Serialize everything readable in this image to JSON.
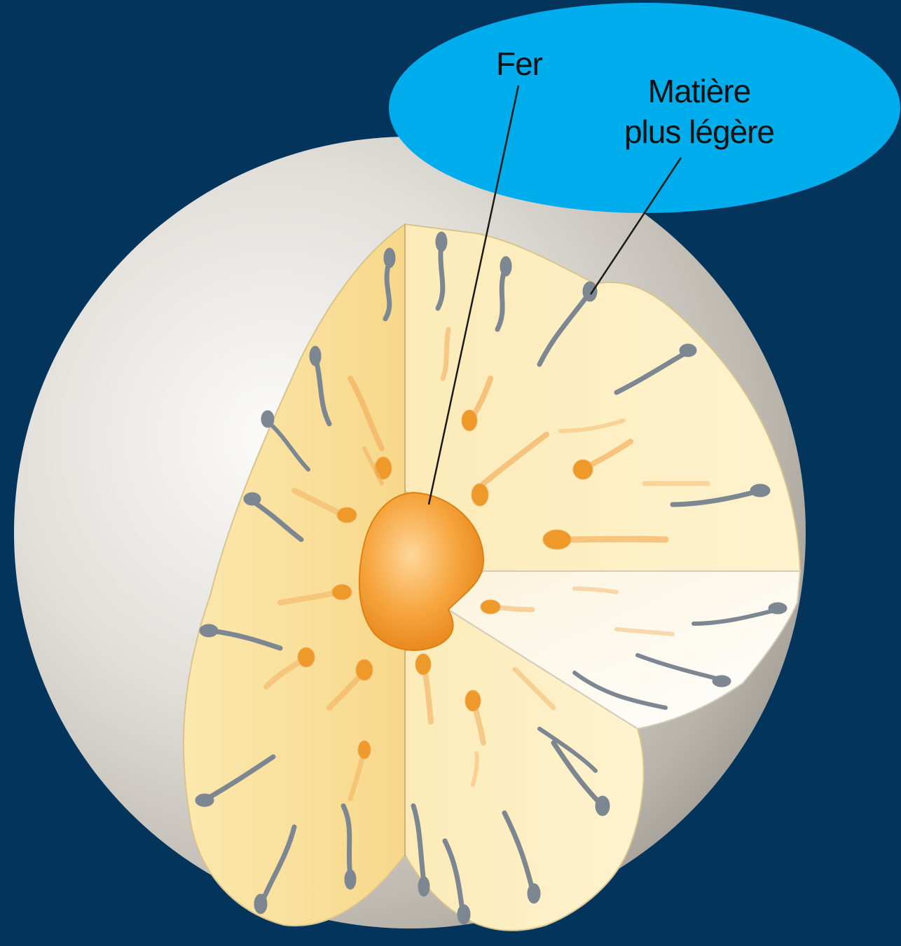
{
  "labels": {
    "iron": "Fer",
    "lighter_line1": "Matière",
    "lighter_line2": "plus légère"
  },
  "colors": {
    "background": "#03355c",
    "callout": "#00adec",
    "shell": "#c9c5be",
    "mantle": "#fbe6a8",
    "core": "#f29a2e",
    "iron_droplet": "#ee9a2a",
    "light_streak": "#7d8791",
    "leader_line": "#1a1a1a"
  }
}
